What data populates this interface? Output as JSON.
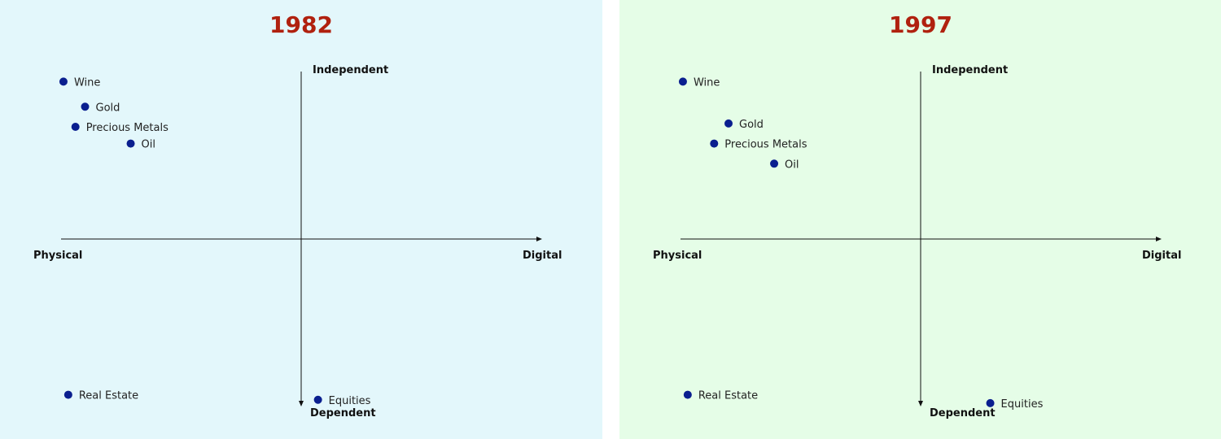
{
  "colors": {
    "left_bg": "#e3f7fb",
    "right_bg": "#e5fde7",
    "title": "#b0210f",
    "point": "#0a1f8f",
    "axis": "#111111"
  },
  "chart_data": [
    {
      "type": "scatter",
      "title": "1982",
      "axes": {
        "x_left": "Physical",
        "x_right": "Digital",
        "y_top": "Independent",
        "y_bottom": "Dependent"
      },
      "xlim": [
        -1,
        1
      ],
      "ylim": [
        -1,
        1
      ],
      "grid": false,
      "points": [
        {
          "label": "Wine",
          "x": -0.99,
          "y": 0.94
        },
        {
          "label": "Gold",
          "x": -0.9,
          "y": 0.79
        },
        {
          "label": "Precious Metals",
          "x": -0.94,
          "y": 0.67
        },
        {
          "label": "Oil",
          "x": -0.71,
          "y": 0.57
        },
        {
          "label": "Real Estate",
          "x": -0.97,
          "y": -0.93
        },
        {
          "label": "Equities",
          "x": 0.07,
          "y": -0.96
        }
      ]
    },
    {
      "type": "scatter",
      "title": "1997",
      "axes": {
        "x_left": "Physical",
        "x_right": "Digital",
        "y_top": "Independent",
        "y_bottom": "Dependent"
      },
      "xlim": [
        -1,
        1
      ],
      "ylim": [
        -1,
        1
      ],
      "grid": false,
      "points": [
        {
          "label": "Wine",
          "x": -0.99,
          "y": 0.94
        },
        {
          "label": "Gold",
          "x": -0.8,
          "y": 0.69
        },
        {
          "label": "Precious Metals",
          "x": -0.86,
          "y": 0.57
        },
        {
          "label": "Oil",
          "x": -0.61,
          "y": 0.45
        },
        {
          "label": "Real Estate",
          "x": -0.97,
          "y": -0.93
        },
        {
          "label": "Equities",
          "x": 0.29,
          "y": -0.98
        }
      ]
    }
  ]
}
